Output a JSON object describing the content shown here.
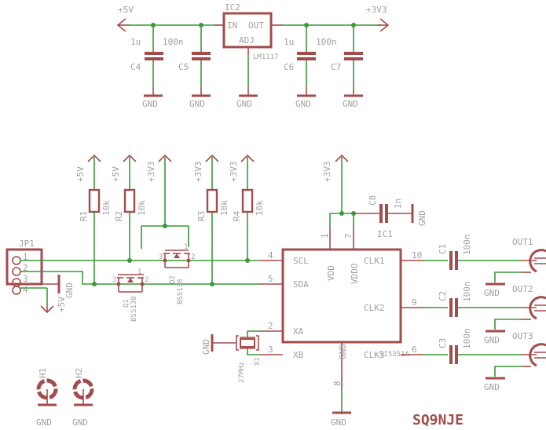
{
  "regulator": {
    "ref": "IC2",
    "value": "LM1117",
    "pins": {
      "in": "IN",
      "out": "OUT",
      "adj": "ADJ"
    },
    "supply_in": "+5V",
    "supply_out": "+3V3",
    "gnd": "GND",
    "caps": [
      {
        "ref": "C4",
        "value": "1u"
      },
      {
        "ref": "C5",
        "value": "100n"
      },
      {
        "ref": "C6",
        "value": "1u"
      },
      {
        "ref": "C7",
        "value": "100n"
      }
    ]
  },
  "connector": {
    "ref": "JP1",
    "pins": [
      "1",
      "2",
      "3",
      "4"
    ],
    "gnd": "GND",
    "supply": "+5V"
  },
  "pullups": [
    {
      "ref": "R1",
      "value": "10k",
      "supply": "+5V"
    },
    {
      "ref": "R2",
      "value": "10k",
      "supply": "+5V"
    },
    {
      "ref": "R3",
      "value": "10k",
      "supply": "+3V3"
    },
    {
      "ref": "R4",
      "value": "10k",
      "supply": "+3V3"
    }
  ],
  "level_shift_supply": "+3V3",
  "mosfets": [
    {
      "ref": "Q1",
      "value": "BSS138",
      "pins": [
        "3",
        "1",
        "2"
      ]
    },
    {
      "ref": "Q2",
      "value": "BSS138",
      "pins": [
        "3",
        "1",
        "2"
      ]
    }
  ],
  "ic1": {
    "ref": "IC1",
    "value": "SI5351A",
    "supply": "+3V3",
    "decoupling": {
      "ref": "C8",
      "value": "1n",
      "gnd": "GND"
    },
    "pins_left": [
      {
        "num": "4",
        "name": "SCL"
      },
      {
        "num": "5",
        "name": "SDA"
      },
      {
        "num": "2",
        "name": "XA"
      },
      {
        "num": "3",
        "name": "XB"
      }
    ],
    "pins_top": [
      {
        "num": "1",
        "name": "VDD"
      },
      {
        "num": "7",
        "name": "VDDO"
      }
    ],
    "pins_right": [
      {
        "num": "10",
        "name": "CLK1"
      },
      {
        "num": "9",
        "name": "CLK2"
      },
      {
        "num": "6",
        "name": "CLK3"
      }
    ],
    "pin_bottom": {
      "num": "8",
      "name": "GND"
    },
    "gnd": "GND"
  },
  "crystal": {
    "ref": "X1",
    "value": "27MHz",
    "gnd": "GND"
  },
  "outputs": [
    {
      "cap_ref": "C1",
      "cap_value": "100n",
      "connector": "OUT1",
      "gnd": "GND"
    },
    {
      "cap_ref": "C2",
      "cap_value": "100n",
      "connector": "OUT2",
      "gnd": "GND"
    },
    {
      "cap_ref": "C3",
      "cap_value": "100n",
      "connector": "OUT3",
      "gnd": "GND"
    }
  ],
  "mounting_holes": [
    {
      "ref": "H1",
      "gnd": "GND"
    },
    {
      "ref": "H2",
      "gnd": "GND"
    }
  ],
  "author": "SQ9NJE",
  "colors": {
    "wire": "#3a9a3a",
    "part": "#a34c4c",
    "text": "#a0a0a0"
  }
}
